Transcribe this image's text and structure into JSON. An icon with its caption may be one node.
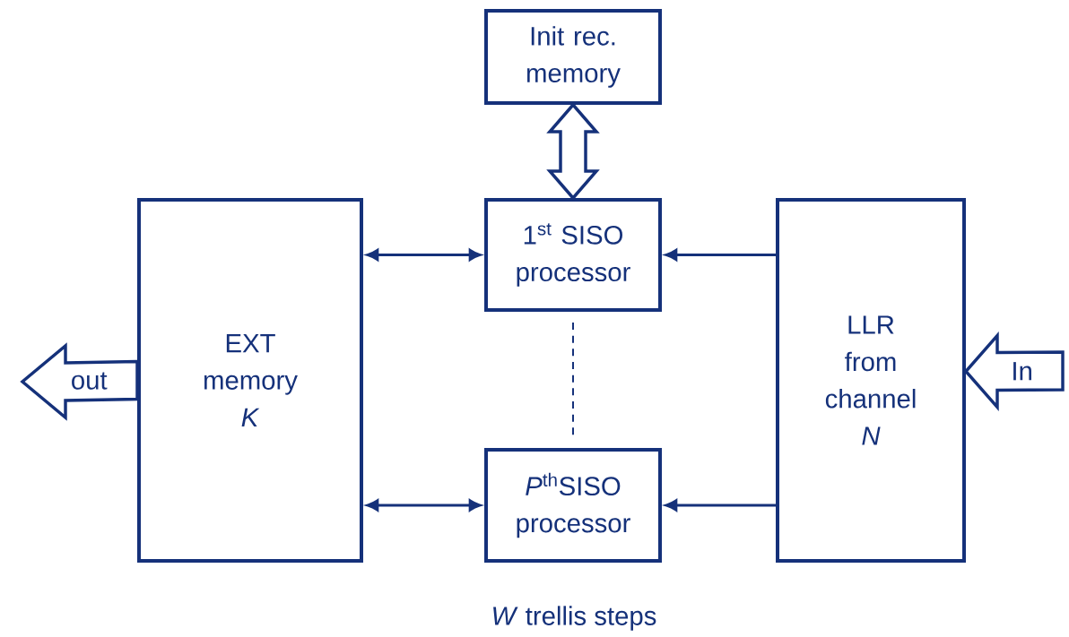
{
  "diagram": {
    "nodes": [
      {
        "text": [
          "Init rec. memory"
        ]
      },
      {
        "text": [
          "EXT memory *K*"
        ]
      },
      {
        "text": [
          "1$^{st}$ SISO processor"
        ]
      },
      {
        "text": [
          "*P*$^{th}$SISO processor"
        ]
      },
      {
        "text": [
          "LLR from channel *N*"
        ]
      }
    ],
    "edges": [
      {
        "from": 0,
        "to": 2,
        "arrow": "both",
        "style": "thick"
      },
      {
        "from": 1,
        "to": 2,
        "arrow": "both"
      },
      {
        "from": 1,
        "to": 3,
        "arrow": "both"
      },
      {
        "from": 4,
        "to": 2,
        "arrow": "to"
      },
      {
        "from": 4,
        "to": 3,
        "arrow": "to"
      },
      {
        "from": 2,
        "to": 3,
        "arrow": "none",
        "style": "dashed"
      },
      {
        "from": 1,
        "to": null,
        "arrow": "to",
        "label": "out",
        "style": "thick"
      },
      {
        "from": null,
        "to": 4,
        "arrow": "to",
        "label": "In",
        "style": "thick"
      }
    ],
    "labels": [
      "*W* trellis steps"
    ]
  }
}
